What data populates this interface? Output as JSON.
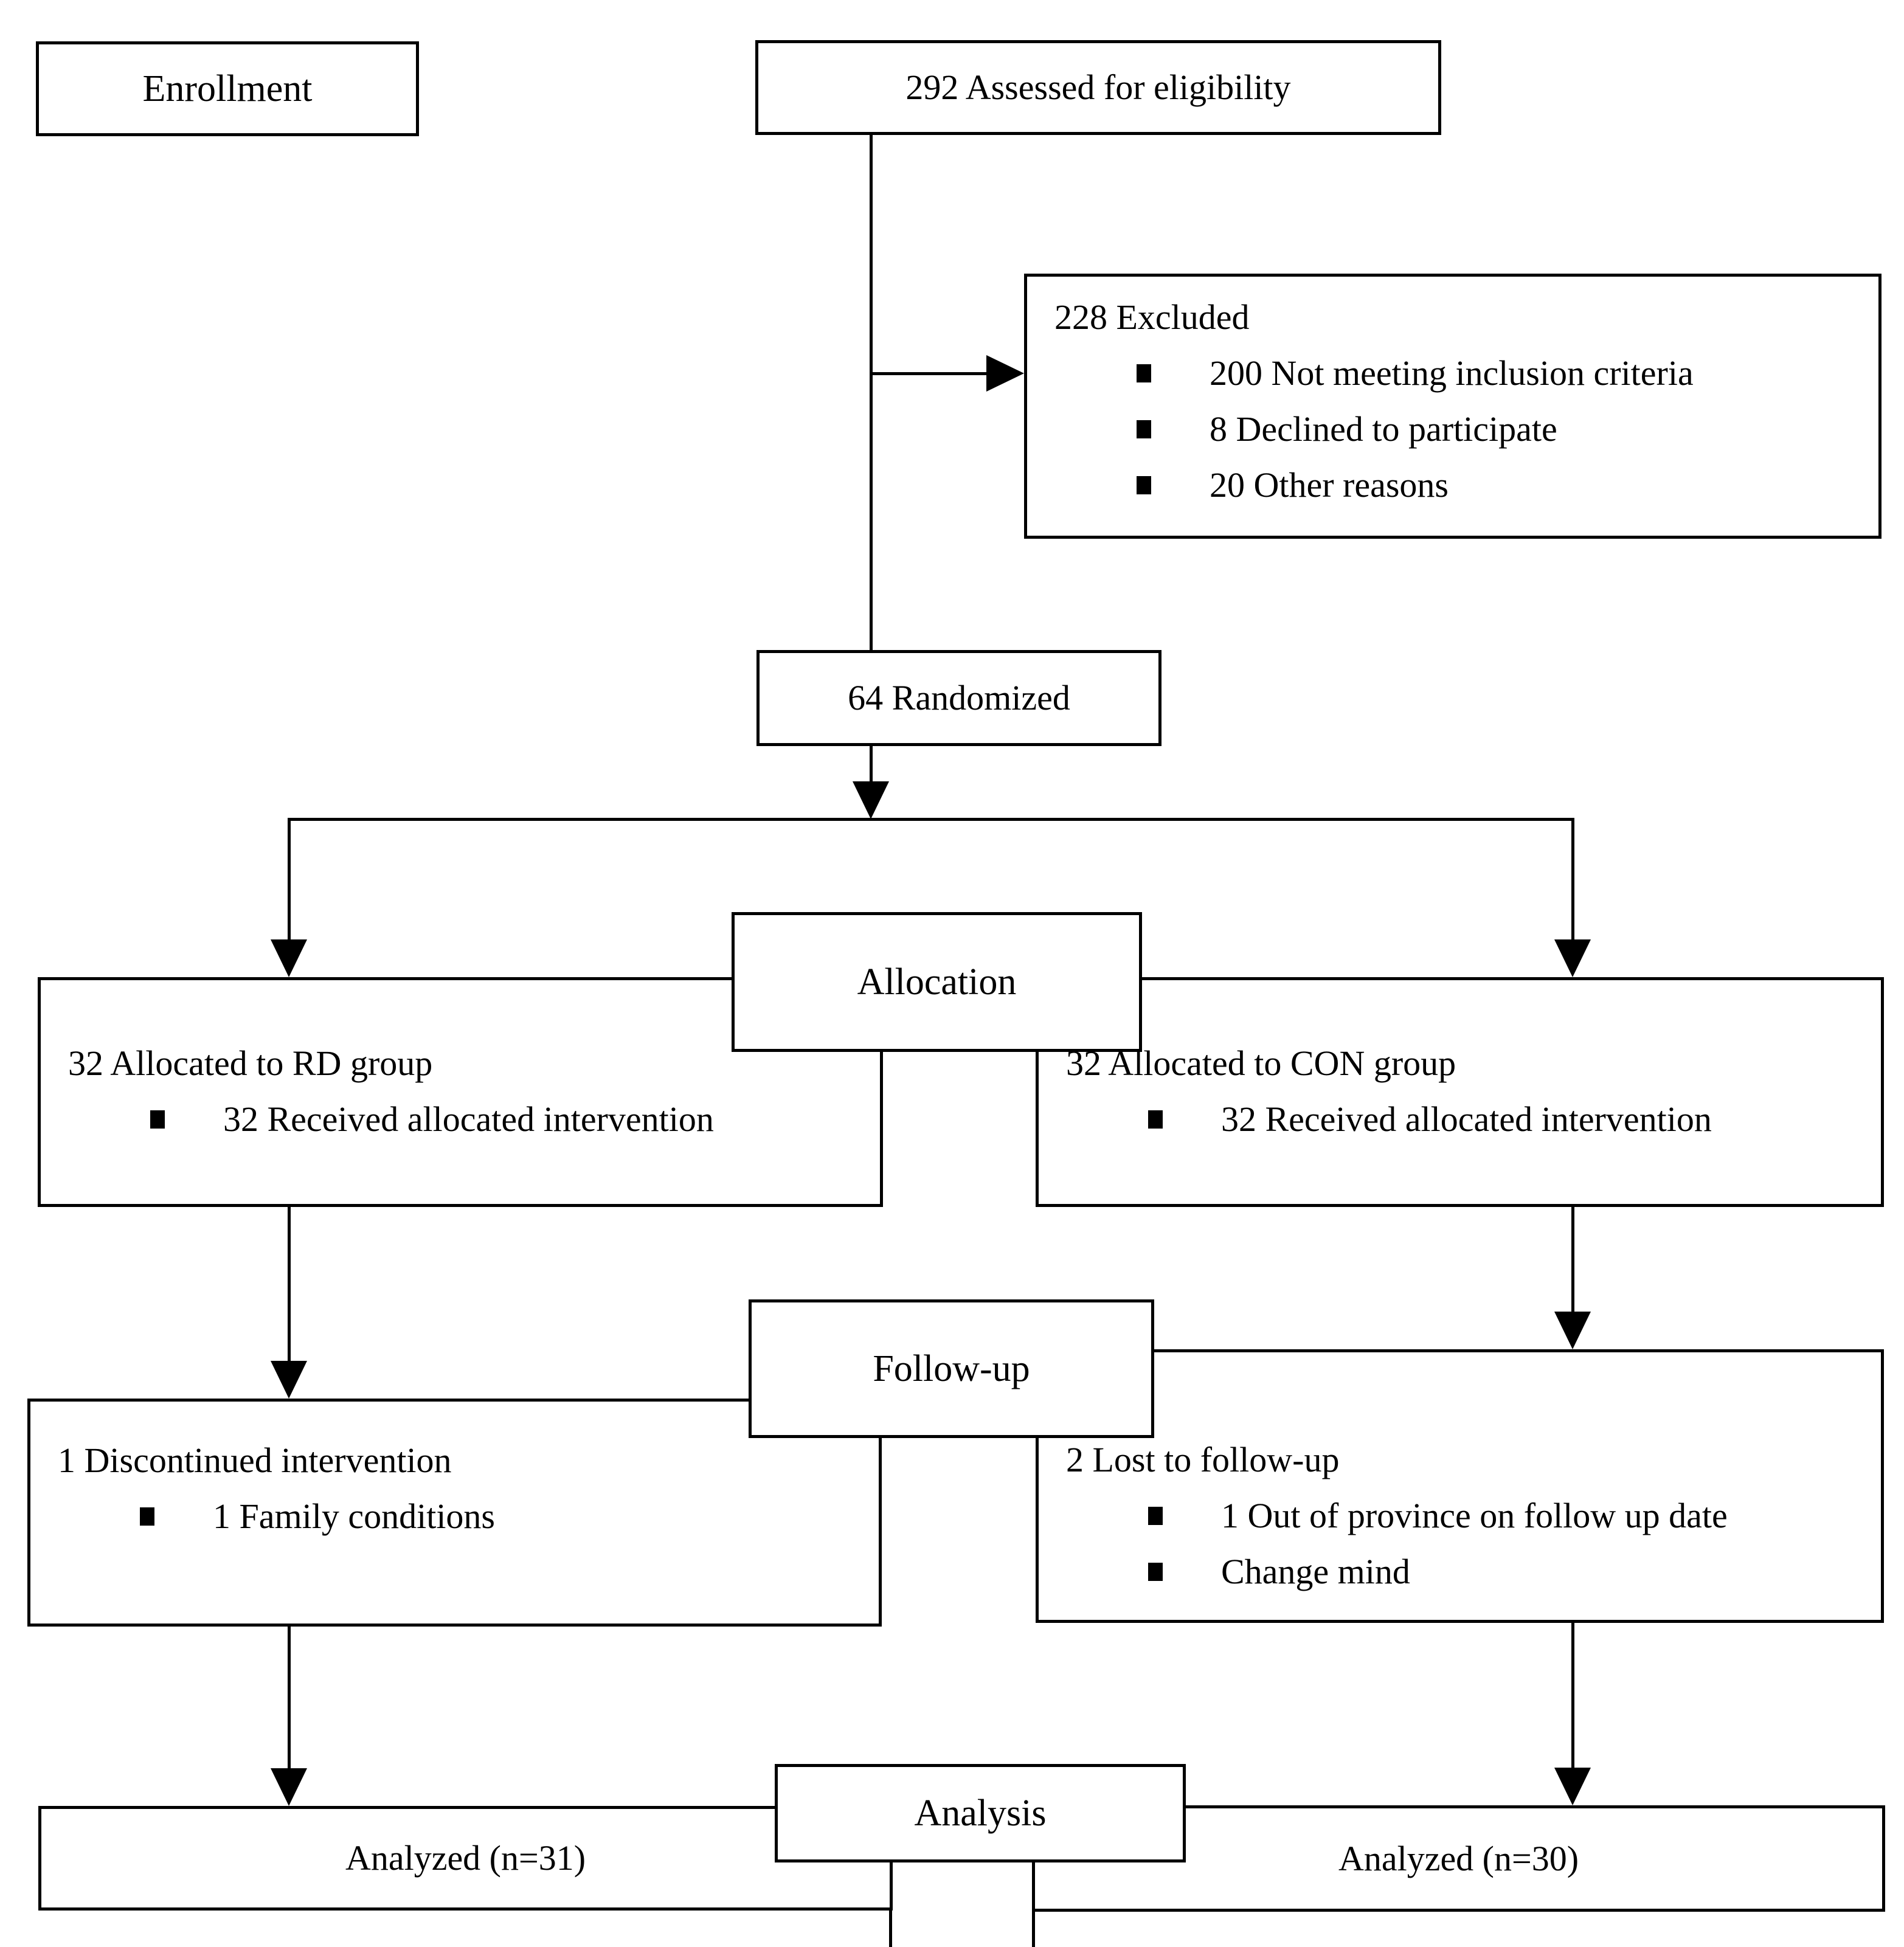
{
  "stages": {
    "enrollment": "Enrollment",
    "allocation": "Allocation",
    "followup": "Follow-up",
    "analysis": "Analysis"
  },
  "boxes": {
    "assessed": {
      "text": "292 Assessed for eligibility"
    },
    "excluded": {
      "title": "228 Excluded",
      "items": [
        "200 Not meeting inclusion criteria",
        "8 Declined to participate",
        "20 Other reasons"
      ]
    },
    "randomized": {
      "text": "64 Randomized"
    },
    "allocated_rd": {
      "title": "32 Allocated to RD group",
      "items": [
        "32 Received allocated intervention"
      ]
    },
    "allocated_con": {
      "title": "32 Allocated to CON group",
      "items": [
        "32 Received allocated intervention"
      ]
    },
    "followup_rd": {
      "title": "1 Discontinued intervention",
      "items": [
        "1 Family conditions"
      ]
    },
    "followup_con": {
      "title": "2 Lost to follow-up",
      "items": [
        "1 Out of province on follow up date",
        "Change mind"
      ]
    },
    "analyzed_rd": {
      "text": "Analyzed (n=31)"
    },
    "analyzed_con": {
      "text": "Analyzed (n=30)"
    }
  },
  "colors": {
    "line": "#000000",
    "background": "#ffffff"
  }
}
